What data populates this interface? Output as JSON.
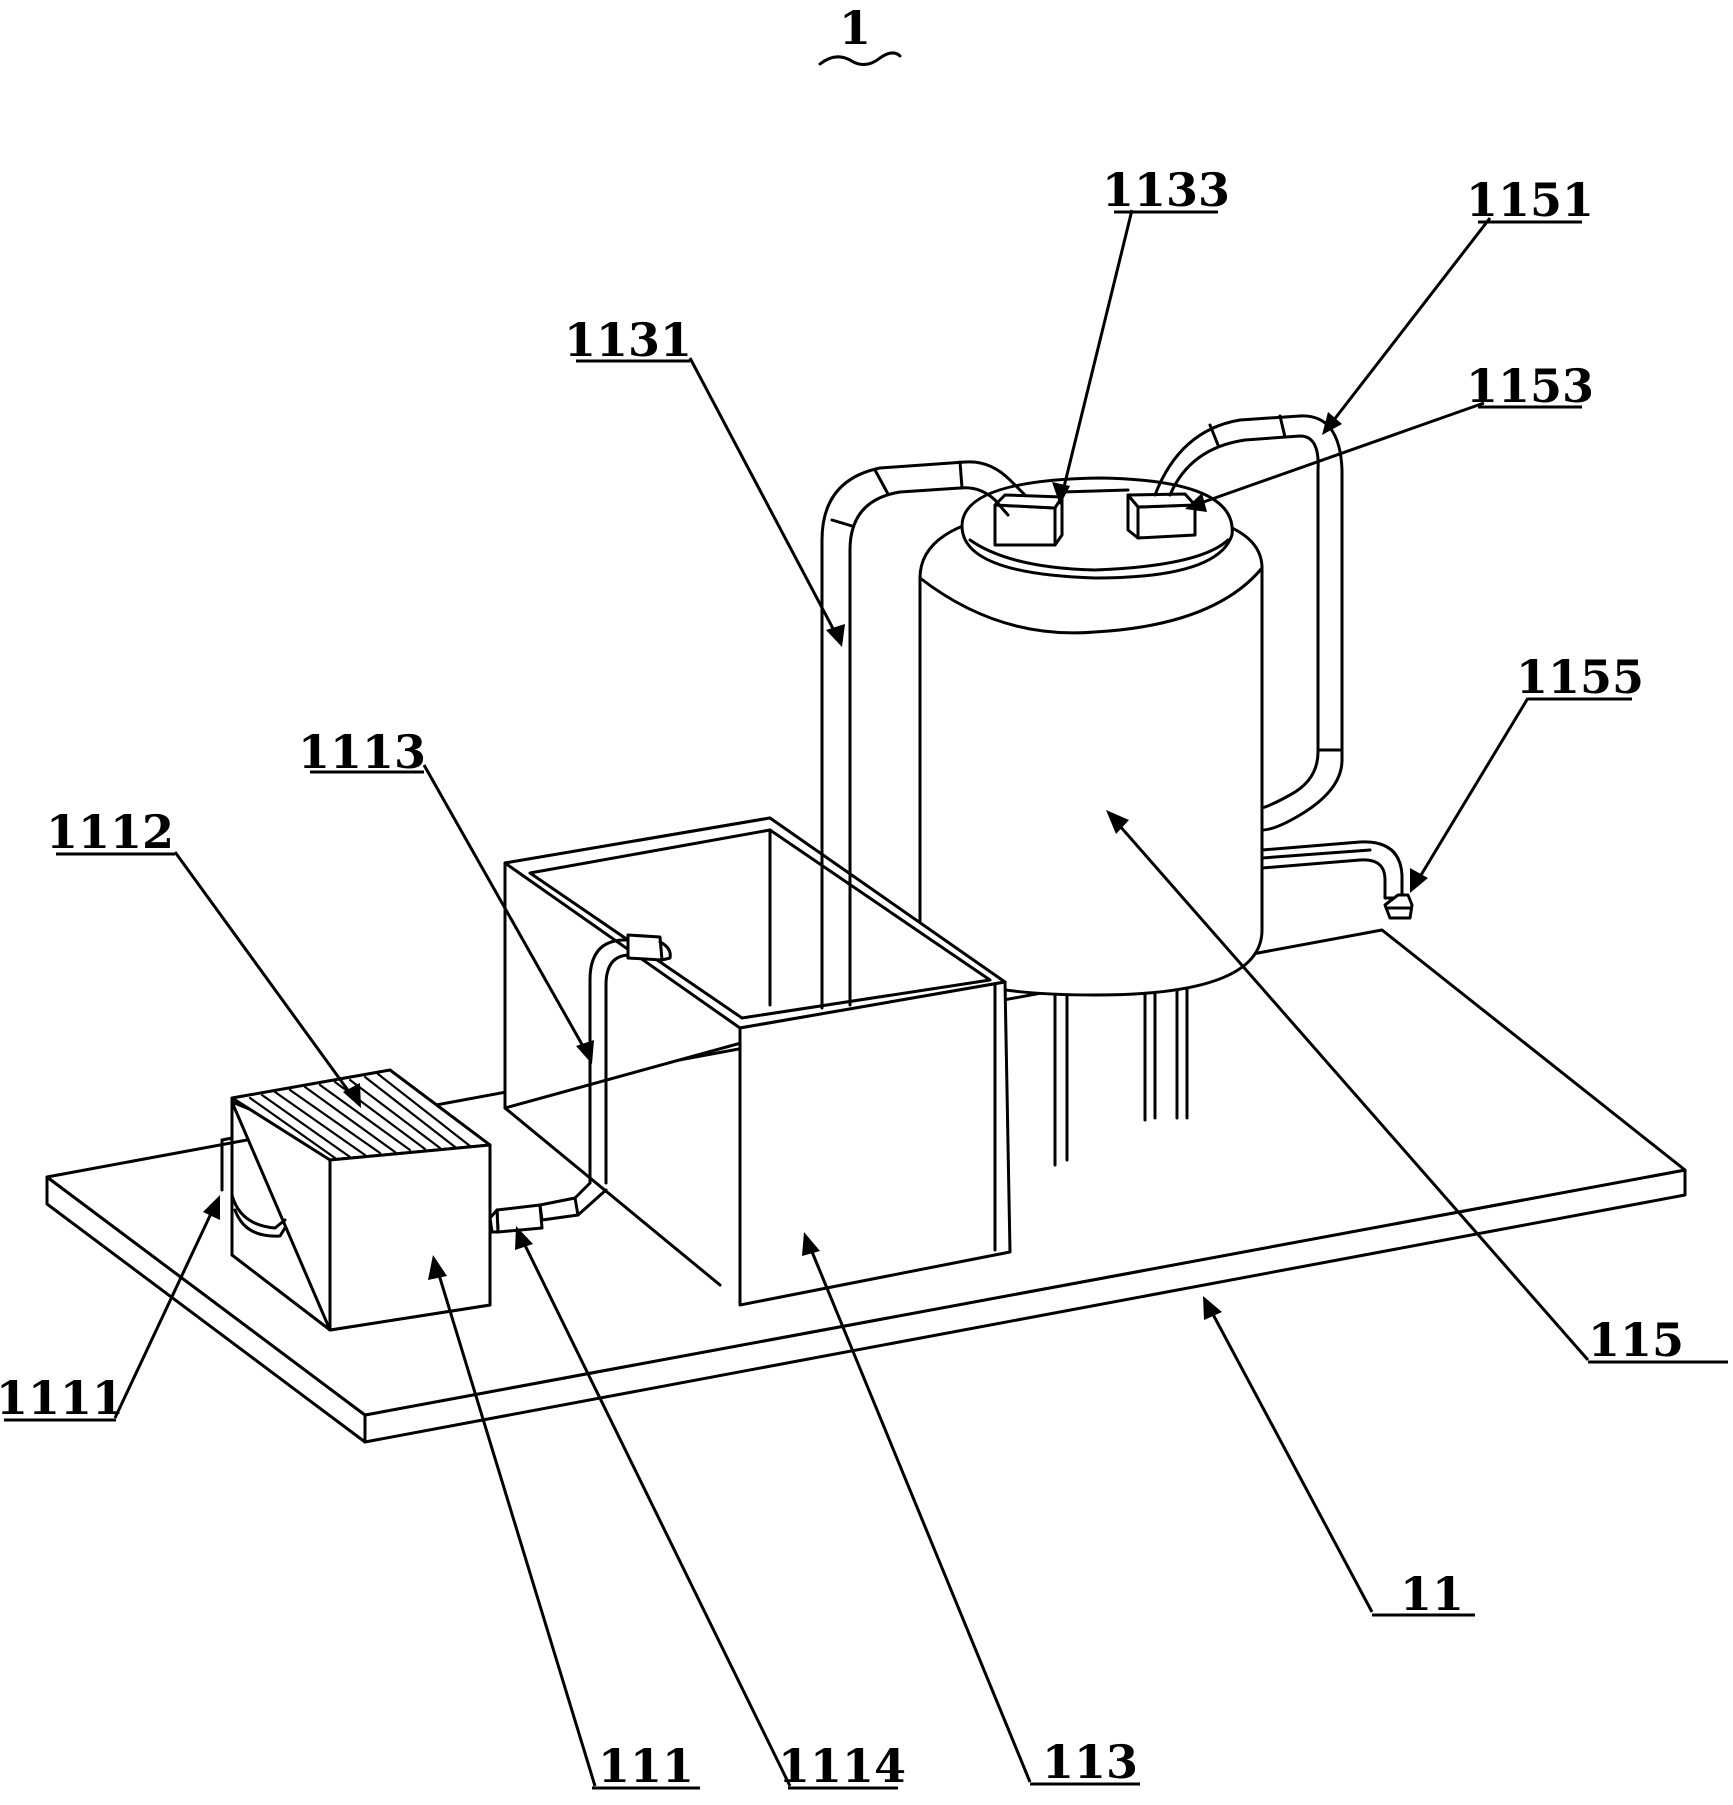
{
  "figure_number": "1",
  "callouts": [
    {
      "id": "c1133",
      "text": "1133"
    },
    {
      "id": "c1151",
      "text": "1151"
    },
    {
      "id": "c1131",
      "text": "1131"
    },
    {
      "id": "c1153",
      "text": "1153"
    },
    {
      "id": "c1155",
      "text": "1155"
    },
    {
      "id": "c1113",
      "text": "1113"
    },
    {
      "id": "c1112",
      "text": "1112"
    },
    {
      "id": "c115",
      "text": "115"
    },
    {
      "id": "c1111",
      "text": "1111"
    },
    {
      "id": "c11",
      "text": "11"
    },
    {
      "id": "c111",
      "text": "111"
    },
    {
      "id": "c1114",
      "text": "1114"
    },
    {
      "id": "c113",
      "text": "113"
    }
  ]
}
